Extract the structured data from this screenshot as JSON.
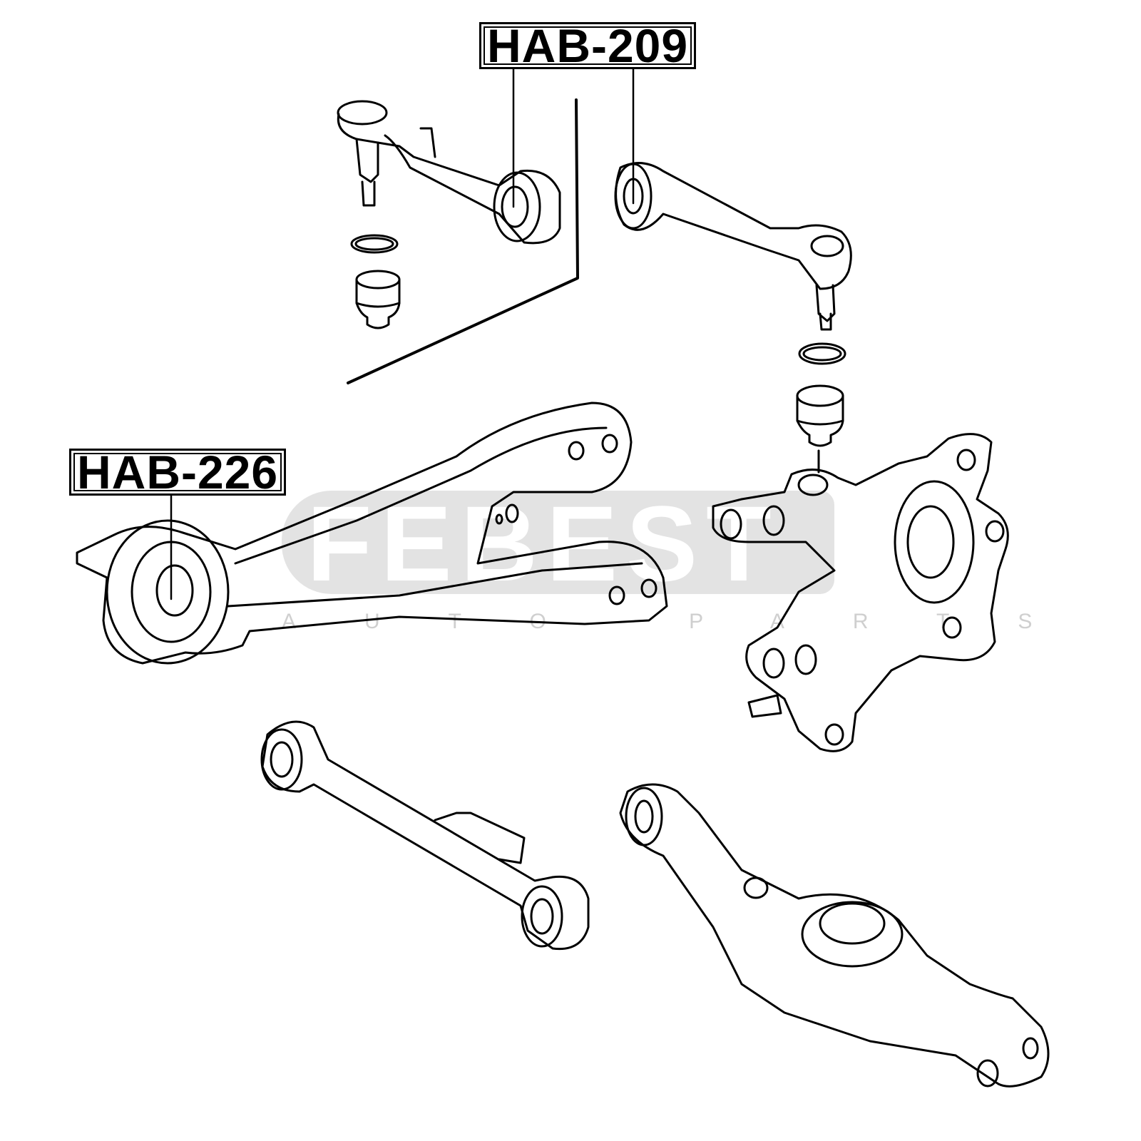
{
  "labels": {
    "upper_arm": "HAB-209",
    "trailing_arm": "HAB-226"
  },
  "watermark": {
    "brand": "FEBEST",
    "tagline": "AUTO PARTS"
  },
  "colors": {
    "line": "#000000",
    "watermark": "#e3e3e3"
  }
}
